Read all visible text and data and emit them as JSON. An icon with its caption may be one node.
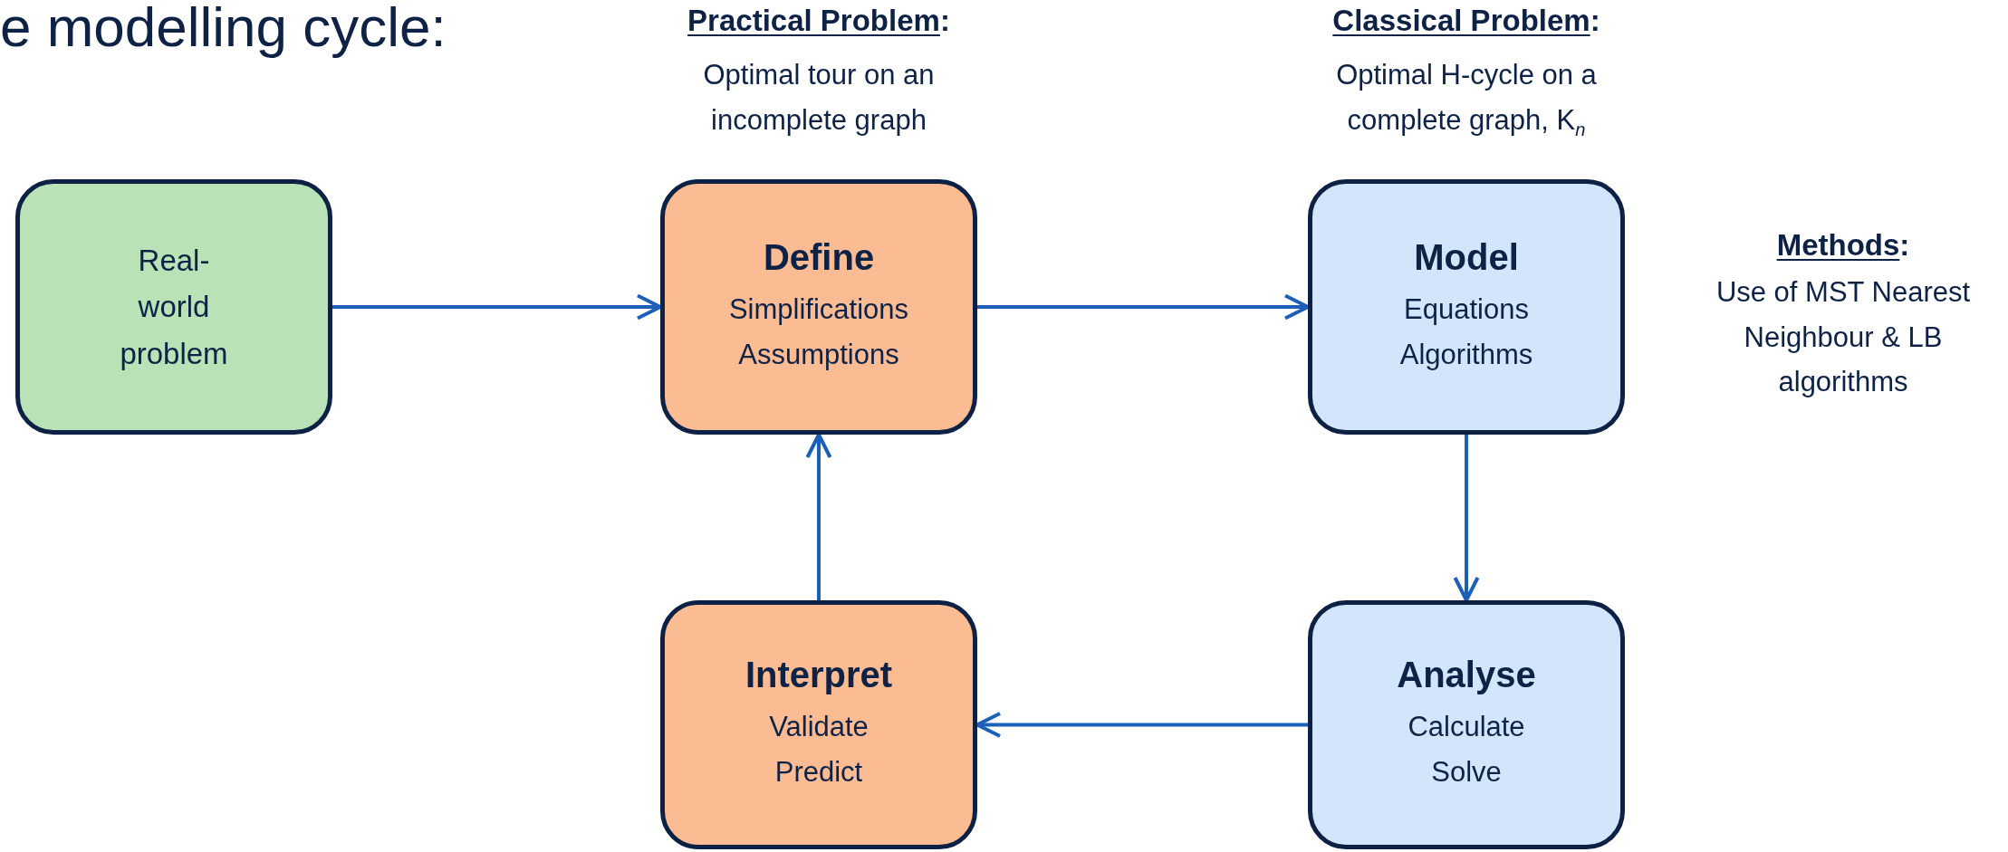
{
  "diagram": {
    "title": "e modelling cycle:",
    "nodes": [
      {
        "text": [
          "Real-world problem"
        ]
      },
      {
        "text": [
          "Define",
          "Simplifications Assumptions"
        ],
        "beside": [
          "Practical Problem:",
          "Optimal tour on an incomplete graph"
        ]
      },
      {
        "text": [
          "Model",
          "Equations Algorithms"
        ],
        "beside": [
          "Classical Problem:",
          "Optimal H-cycle on a complete graph, K$_{n}$"
        ]
      },
      {
        "text": [
          "Analyse",
          "Calculate Solve"
        ]
      },
      {
        "text": [
          "Interpret",
          "Validate Predict"
        ]
      }
    ],
    "edges": [
      {
        "from": 0,
        "to": 1,
        "arrow": "to"
      },
      {
        "from": 1,
        "to": 2,
        "arrow": "to"
      },
      {
        "from": 2,
        "to": 3,
        "arrow": "to"
      },
      {
        "from": 3,
        "to": 4,
        "arrow": "to"
      },
      {
        "from": 4,
        "to": 1,
        "arrow": "to"
      }
    ],
    "labels": [
      "Methods:",
      "Use of MST Nearest Neighbour & LB algorithms"
    ]
  }
}
